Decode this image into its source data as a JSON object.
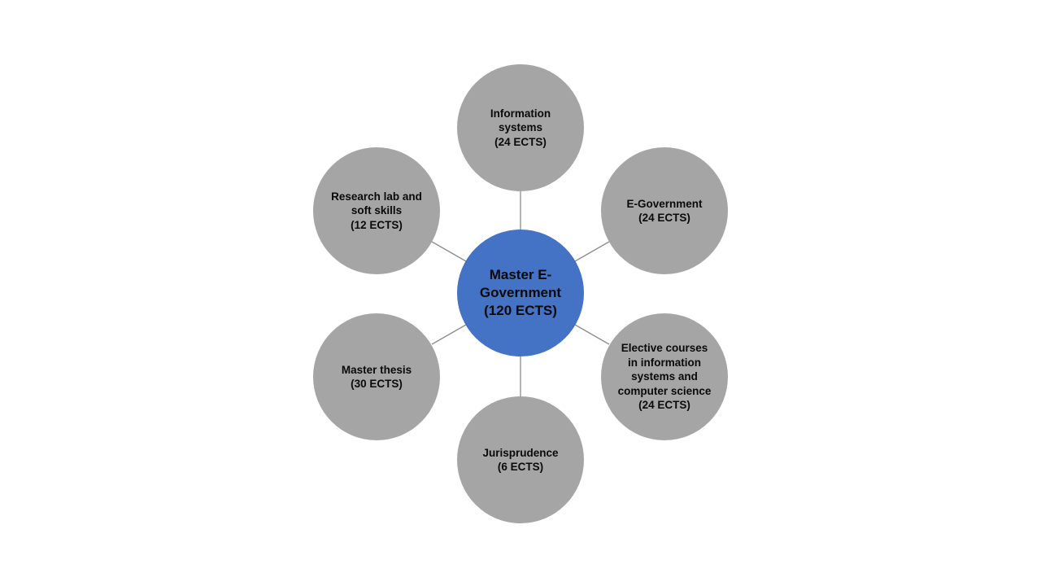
{
  "center": {
    "title": "Master E-Government",
    "credits": "(120 ECTS)"
  },
  "nodes": {
    "information_systems": {
      "title": "Information systems",
      "credits": "(24 ECTS)"
    },
    "e_government": {
      "title": "E-Government",
      "credits": "(24 ECTS)"
    },
    "elective_courses": {
      "title": "Elective courses in information systems and computer science",
      "credits": "(24 ECTS)"
    },
    "jurisprudence": {
      "title": "Jurisprudence",
      "credits": "(6 ECTS)"
    },
    "master_thesis": {
      "title": "Master thesis",
      "credits": "(30 ECTS)"
    },
    "research_lab": {
      "title": "Research lab and soft skills",
      "credits": "(12 ECTS)"
    }
  },
  "colors": {
    "center_fill": "#4472c4",
    "outer_fill": "#a5a5a5",
    "connector": "#8c8c8c",
    "text": "#0a0a0a"
  }
}
